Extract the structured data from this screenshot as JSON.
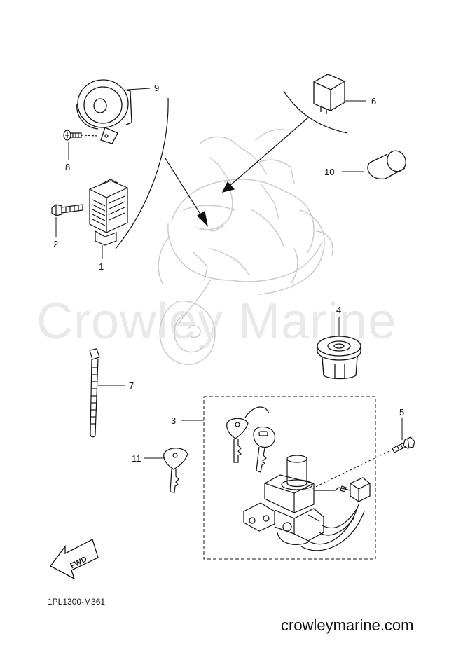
{
  "watermark": "Crowley Marine",
  "callouts": [
    "1",
    "2",
    "3",
    "4",
    "5",
    "6",
    "7",
    "8",
    "9",
    "10",
    "11"
  ],
  "fwd_label": "FWD",
  "diagram_code": "1PL1300-M361",
  "site_url": "crowleymarine.com",
  "colors": {
    "ink": "#111111",
    "ghost": "#c9c9c9",
    "watermark": "#e9e9e9"
  },
  "icons": [
    "horn-icon",
    "relay-icon",
    "rectifier-icon",
    "cable-tie-icon",
    "bolt-icon",
    "screw-icon",
    "key-icon",
    "main-switch-icon",
    "grommet-icon",
    "sleeve-icon",
    "scooter-outline-icon",
    "fwd-arrow-icon"
  ]
}
